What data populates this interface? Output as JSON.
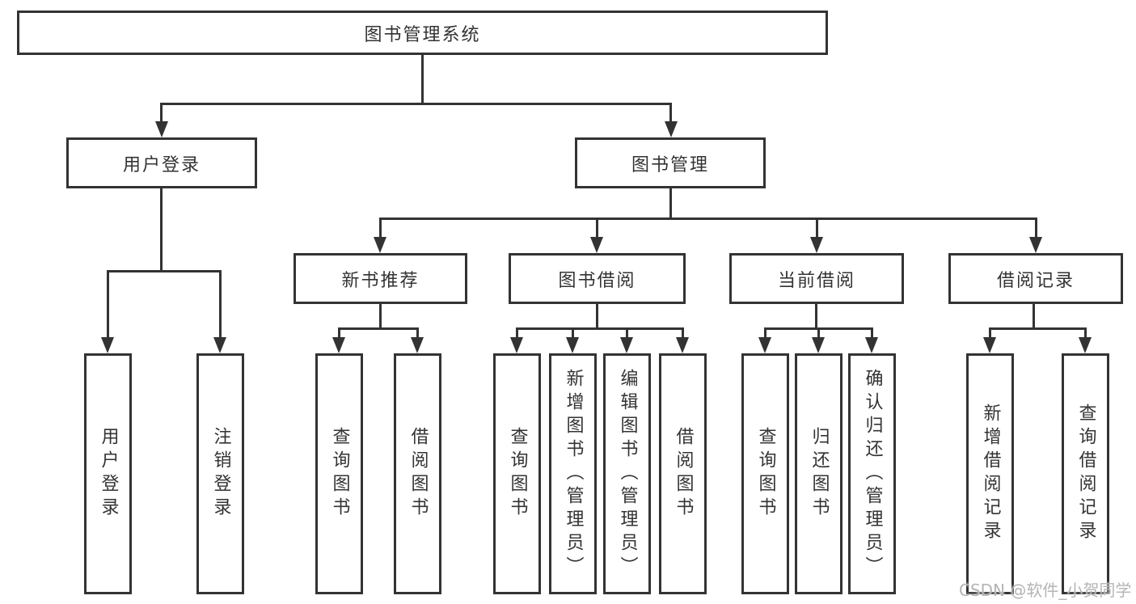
{
  "diagram": {
    "root": "图书管理系统",
    "level2": [
      "用户登录",
      "图书管理"
    ],
    "level3": [
      "新书推荐",
      "图书借阅",
      "当前借阅",
      "借阅记录"
    ],
    "leaves": {
      "login": [
        "用户登录",
        "注销登录"
      ],
      "recommend": [
        "查询图书",
        "借阅图书"
      ],
      "borrow": [
        "查询图书",
        "新增图书（管理员）",
        "编辑图书（管理员）",
        "借阅图书"
      ],
      "current": [
        "查询图书",
        "归还图书",
        "确认归还（管理员）"
      ],
      "records": [
        "新增借阅记录",
        "查询借阅记录"
      ]
    }
  },
  "watermark": {
    "text": "CSDN @软件_小贺同学"
  },
  "colors": {
    "line": "#333333",
    "text": "#333333",
    "box_fill": "#ffffff",
    "watermark": "#b4b4b4"
  }
}
